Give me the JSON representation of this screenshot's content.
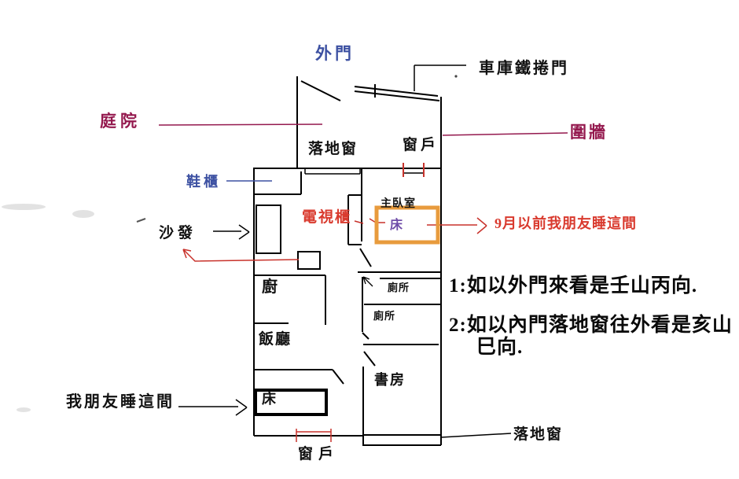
{
  "colors": {
    "label_blue": "#3D51A2",
    "label_magenta": "#94194E",
    "label_red": "#D93A2E",
    "bed_purple": "#6F4DA8",
    "bed_orange": "#E89B3D",
    "annotation_red": "#C8322B",
    "line_black": "#000000"
  },
  "labels": {
    "outer_door": "外門",
    "garage_door": "車庫鐵捲門",
    "courtyard": "庭院",
    "fence": "圍牆",
    "french_window_top": "落地窗",
    "window_top": "窗戶",
    "shoe_cabinet": "鞋櫃",
    "sofa": "沙發",
    "tv_cabinet": "電視櫃",
    "master_bedroom": "主臥室",
    "master_bed": "床",
    "master_bed_note": "9月以前我朋友睡這間",
    "kitchen": "廚",
    "toilet_upper": "廁所",
    "toilet_lower": "廁所",
    "dining_room": "飯廳",
    "study": "書房",
    "friend_bed": "床",
    "friend_room_note": "我朋友睡這間",
    "window_bottom": "窗戶",
    "french_window_bottom": "落地窗"
  },
  "notes": {
    "line1": "1:如以外門來看是壬山丙向.",
    "line2": "2:如以內門落地窗往外看是亥山",
    "line2_cont": "巳向."
  }
}
